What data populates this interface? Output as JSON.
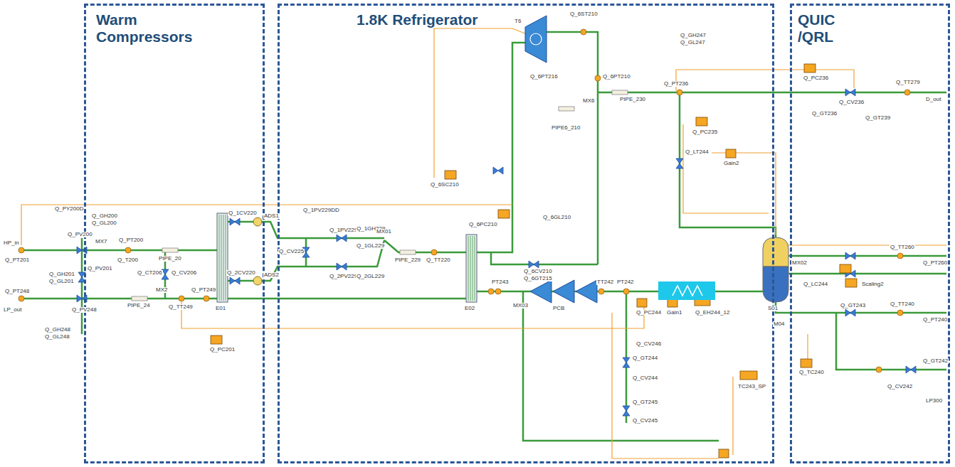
{
  "diagram": {
    "nodes": [
      {
        "text": [
          "Warm Compressors"
        ]
      },
      {
        "text": [
          "1.8K Refrigerator"
        ]
      },
      {
        "text": [
          "QUIC /QRL"
        ]
      }
    ],
    "labels": [
      "HP_in",
      "Q_PT201",
      "Q_PY200D",
      "Q_PV200",
      "Q_GH200",
      "Q_GL200",
      "MX7",
      "Q_PT200",
      "Q_T200",
      "PIPE_20",
      "Q_GH201",
      "Q_GL201",
      "Q_PV201",
      "Q_PT248",
      "LP_out",
      "Q_PV248",
      "Q_GH248",
      "Q_GL248",
      "PIPE_24",
      "MX2",
      "Q_TT249",
      "Q_PT249",
      "Q_CV206",
      "Q_CT206",
      "E01",
      "Q_PC201",
      "Q_1CV220",
      "ADS1",
      "Q_2CV220",
      "ADS2",
      "Q_1PV229DD",
      "Q_1PV229",
      "Q_1GH229",
      "Q_1GL229",
      "Q_CV225",
      "Q_2PV229",
      "Q_2GL229",
      "MX01",
      "PIPE_229",
      "Q_TT220",
      "E02",
      "Q_6SC210",
      "Q_6PC210",
      "T6",
      "Q_6ST210",
      "Q_6PT216",
      "PIPE6_210",
      "Q_6PT210",
      "MX6",
      "Q_6GL210",
      "Q_6CV210",
      "Q_6GT215",
      "Q_GH247",
      "Q_GL247",
      "PIPE_230",
      "Q_PT236",
      "Q_PC235",
      "Q_LT244",
      "Gain2",
      "PT243",
      "MX03",
      "PCB",
      "TT242",
      "PT242",
      "Q_PC244",
      "Gain1",
      "Q_EH244_12",
      "Q_CV246",
      "Q_GT244",
      "Q_CV244",
      "Q_GT245",
      "Q_CV245",
      "TC243_SP",
      "S01",
      "M04",
      "Q_PC236",
      "Q_TT279",
      "D_out",
      "Q_CV236",
      "Q_GT236",
      "Q_GT239",
      "MX02",
      "Q_TT260",
      "Q_PT260",
      "Q_LC244",
      "Scaling2",
      "Q_GT243",
      "Q_TT240",
      "Q_PT240",
      "Q_TC240",
      "Q_GT242",
      "Q_CV242",
      "LP300"
    ]
  }
}
